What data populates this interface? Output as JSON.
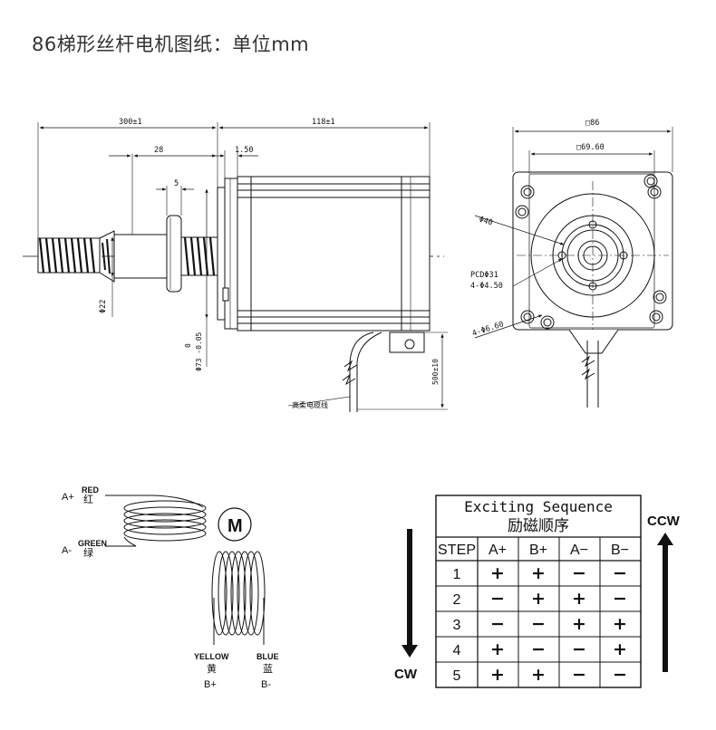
{
  "title": "86梯形丝杆电机图纸：单位mm",
  "side_view": {
    "dim_total_screw": "300±1",
    "dim_body": "118±1",
    "dim_28": "28",
    "dim_5": "5",
    "dim_150": "1.50",
    "dim_dia22": "Φ22",
    "dim_dia73_a": "0",
    "dim_dia73_b": "Φ73 -0.05",
    "dim_cable": "500±10",
    "cable_label": "高柔电缆线"
  },
  "front_view": {
    "dim_sq86": "□86",
    "dim_sq6960": "□69.60",
    "dim_dia40": "Φ40",
    "dim_pcd": "PCDΦ31",
    "dim_holes_small": "4-Φ4.50",
    "dim_holes_large": "4-Φ6.60"
  },
  "wiring": {
    "a_plus": "A+",
    "red_en": "RED",
    "red_cn": "红",
    "a_minus": "A-",
    "green_en": "GREEN",
    "green_cn": "绿",
    "motor_symbol": "M",
    "yellow_en": "YELLOW",
    "yellow_cn": "黄",
    "b_plus": "B+",
    "blue_en": "BLUE",
    "blue_cn": "蓝",
    "b_minus": "B-"
  },
  "sequence_table": {
    "title_en": "Exciting Sequence",
    "title_cn": "励磁顺序",
    "headers": [
      "STEP",
      "A+",
      "B+",
      "A−",
      "B−"
    ],
    "rows": [
      [
        "1",
        "+",
        "+",
        "−",
        "−"
      ],
      [
        "2",
        "−",
        "+",
        "+",
        "−"
      ],
      [
        "3",
        "−",
        "−",
        "+",
        "+"
      ],
      [
        "4",
        "+",
        "−",
        "−",
        "+"
      ],
      [
        "5",
        "+",
        "+",
        "−",
        "−"
      ]
    ],
    "cw_label": "CW",
    "ccw_label": "CCW"
  }
}
